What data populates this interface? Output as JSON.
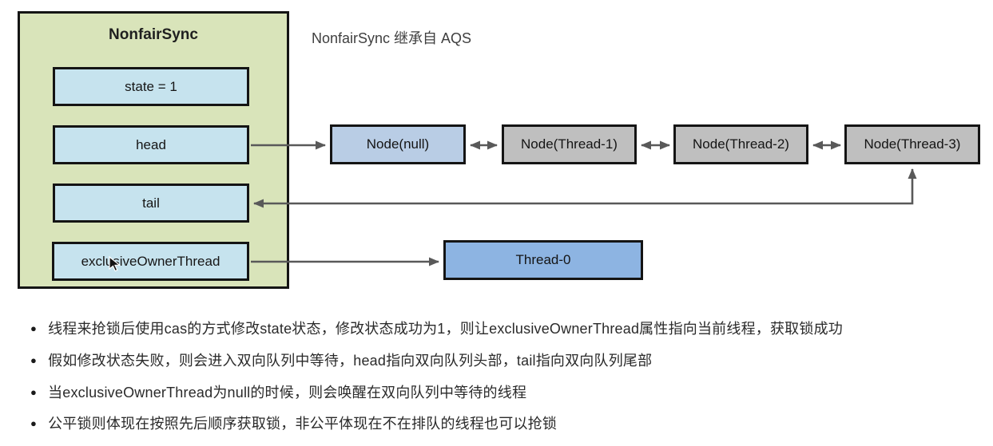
{
  "diagram": {
    "caption": "NonfairSync 继承自 AQS",
    "sync_box": {
      "title": "NonfairSync",
      "fields": [
        "state = 1",
        "head",
        "tail",
        "exclusiveOwnerThread"
      ]
    },
    "queue_nodes": [
      "Node(null)",
      "Node(Thread-1)",
      "Node(Thread-2)",
      "Node(Thread-3)"
    ],
    "owner_thread_box": "Thread-0",
    "colors": {
      "class_box_fill": "#d9e4ba",
      "field_fill": "#c6e3ee",
      "head_node_fill": "#b9cde5",
      "queue_node_fill": "#bfbfbf",
      "thread_box_fill": "#8db4e2",
      "arrow": "#595959",
      "border": "#141414"
    }
  },
  "bullets": [
    "线程来抢锁后使用cas的方式修改state状态，修改状态成功为1，则让exclusiveOwnerThread属性指向当前线程，获取锁成功",
    "假如修改状态失败，则会进入双向队列中等待，head指向双向队列头部，tail指向双向队列尾部",
    "当exclusiveOwnerThread为null的时候，则会唤醒在双向队列中等待的线程",
    "公平锁则体现在按照先后顺序获取锁，非公平体现在不在排队的线程也可以抢锁"
  ]
}
